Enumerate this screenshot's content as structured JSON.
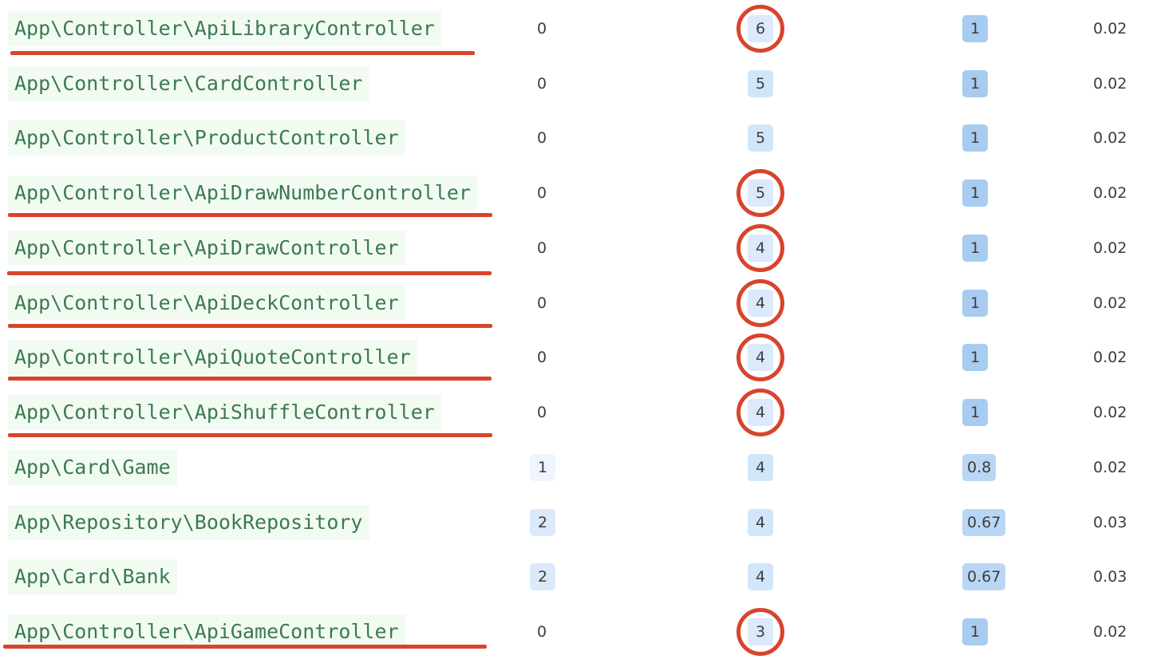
{
  "rows": [
    {
      "class_name": "App\\Controller\\ApiLibraryController",
      "col1": "0",
      "col2": "6",
      "col3": "1",
      "col4": "0.02",
      "flagged": true
    },
    {
      "class_name": "App\\Controller\\CardController",
      "col1": "0",
      "col2": "5",
      "col3": "1",
      "col4": "0.02",
      "flagged": false
    },
    {
      "class_name": "App\\Controller\\ProductController",
      "col1": "0",
      "col2": "5",
      "col3": "1",
      "col4": "0.02",
      "flagged": false
    },
    {
      "class_name": "App\\Controller\\ApiDrawNumberController",
      "col1": "0",
      "col2": "5",
      "col3": "1",
      "col4": "0.02",
      "flagged": true
    },
    {
      "class_name": "App\\Controller\\ApiDrawController",
      "col1": "0",
      "col2": "4",
      "col3": "1",
      "col4": "0.02",
      "flagged": true
    },
    {
      "class_name": "App\\Controller\\ApiDeckController",
      "col1": "0",
      "col2": "4",
      "col3": "1",
      "col4": "0.02",
      "flagged": true
    },
    {
      "class_name": "App\\Controller\\ApiQuoteController",
      "col1": "0",
      "col2": "4",
      "col3": "1",
      "col4": "0.02",
      "flagged": true
    },
    {
      "class_name": "App\\Controller\\ApiShuffleController",
      "col1": "0",
      "col2": "4",
      "col3": "1",
      "col4": "0.02",
      "flagged": true
    },
    {
      "class_name": "App\\Card\\Game",
      "col1": "1",
      "col2": "4",
      "col3": "0.8",
      "col4": "0.02",
      "flagged": false
    },
    {
      "class_name": "App\\Repository\\BookRepository",
      "col1": "2",
      "col2": "4",
      "col3": "0.67",
      "col4": "0.03",
      "flagged": false
    },
    {
      "class_name": "App\\Card\\Bank",
      "col1": "2",
      "col2": "4",
      "col3": "0.67",
      "col4": "0.03",
      "flagged": false
    },
    {
      "class_name": "App\\Controller\\ApiGameController",
      "col1": "0",
      "col2": "3",
      "col3": "1",
      "col4": "0.02",
      "flagged": true
    }
  ],
  "colors": {
    "class_text": "#3c7a53",
    "class_background": "#f2fbf2",
    "annotation": "#d8442c",
    "badge_light": "#dbe9fb",
    "badge_deep": "#a7ccf0"
  }
}
